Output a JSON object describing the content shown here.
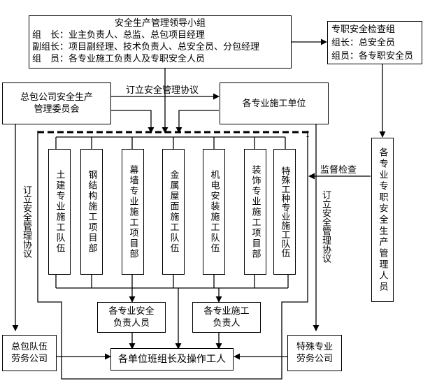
{
  "leadership_group": {
    "title": "安全生产管理领导小组",
    "rows": [
      {
        "role": "组　长：",
        "members": "业主负责人、总监、总包项目经理"
      },
      {
        "role": "副组长：",
        "members": "项目副经理、技术负责人、总安全员、分包经理"
      },
      {
        "role": "组　员：",
        "members": "各专业施工负责人及专职安全人员"
      }
    ]
  },
  "inspection_group": {
    "title": "专职安全检查组",
    "rows": [
      "组长：总安全员",
      "组员：各专职安全员"
    ]
  },
  "gc_committee": {
    "line1": "总包公司安全生产",
    "line2": "管理委员会"
  },
  "specialty_units": {
    "label": "各专业施工单位"
  },
  "agreement_label_top": "订立安全管理协议",
  "agreement_label_left": "订立安全管理协议",
  "agreement_label_right": "订立安全管理协议",
  "supervision_label": "监督检查",
  "teams": [
    {
      "label": "土建专业施工队伍"
    },
    {
      "label": "钢结构施工项目部"
    },
    {
      "label": "幕墙专业施工项目部"
    },
    {
      "label": "金属屋面施工队伍"
    },
    {
      "label": "机电安装施工队伍"
    },
    {
      "label": "装饰专业施工项目部"
    },
    {
      "label": "特殊工种专业施工队伍"
    }
  ],
  "safety_staff": {
    "label": "各专业专职安全生产管理人员"
  },
  "safety_leads": {
    "line1": "各专业安全",
    "line2": "负责人员"
  },
  "construction_leads": {
    "line1": "各专业施工",
    "line2": "负责人"
  },
  "gc_labor": {
    "line1": "总包队伍",
    "line2": "劳务公司"
  },
  "special_labor": {
    "line1": "特殊专业",
    "line2": "劳务公司"
  },
  "workers": {
    "label": "各单位班组长及操作工人"
  }
}
